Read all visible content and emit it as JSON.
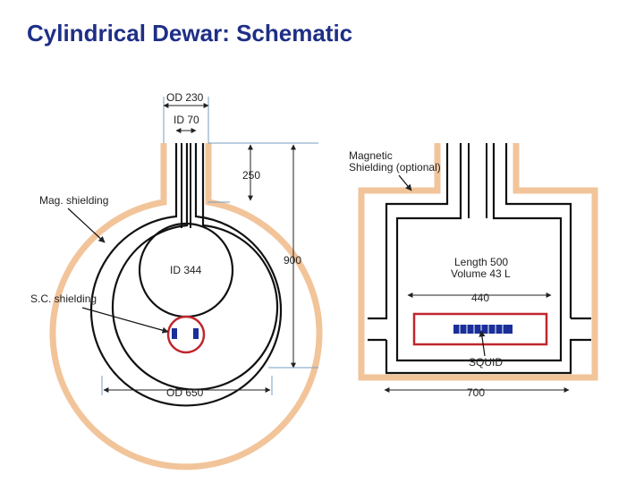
{
  "title": "Cylindrical Dewar: Schematic",
  "labels": {
    "od230": "OD 230",
    "id70": "ID 70",
    "dim250": "250",
    "magnetic_shielding_1": "Magnetic",
    "magnetic_shielding_2": "Shielding (optional)",
    "mag_shielding": "Mag. shielding",
    "dim900": "900",
    "id344": "ID 344",
    "length": "Length 500",
    "volume": "Volume 43 L",
    "dim440": "440",
    "sc_shielding": "S.C. shielding",
    "squid": "SQUID",
    "od650": "OD 650",
    "dim700": "700"
  },
  "colors": {
    "title": "#1f2f86",
    "shield": "#f2c49a",
    "vessel": "#111111",
    "squid_box": "#c0262d",
    "squid_sensor": "#1a2f9a",
    "dimension": "#7a9ec0"
  }
}
